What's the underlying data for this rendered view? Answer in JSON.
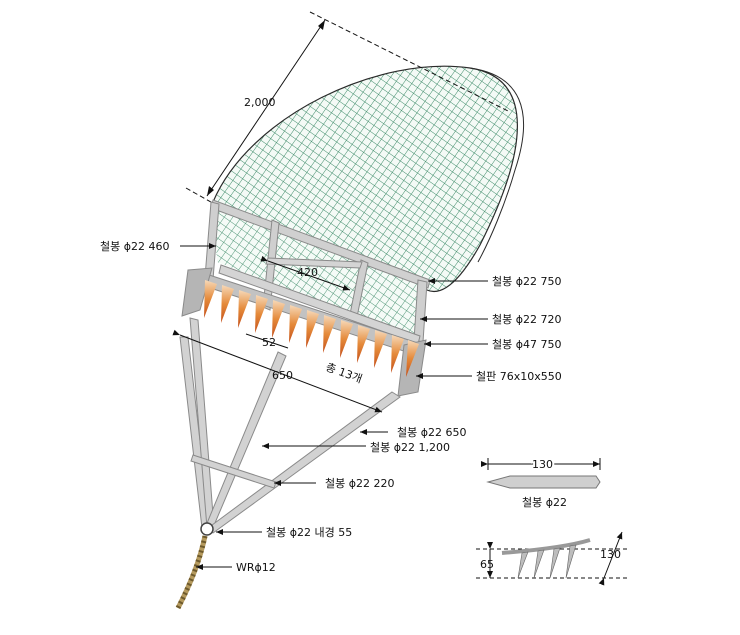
{
  "dimensions": {
    "net_length": "2,000",
    "frame_span": "420",
    "tooth_pitch": "52",
    "mouth_width": "650",
    "tooth_count": "총 13개"
  },
  "callouts": [
    "철봉 ϕ22  460",
    "철봉 ϕ22  750",
    "철봉 ϕ22   720",
    "철봉 ϕ47   750",
    "철판 76x10x550",
    "철봉 ϕ22   650",
    "철봉 ϕ22  1,200",
    "철봉 ϕ22  220",
    "철봉 ϕ22  내경 55",
    "WRϕ12"
  ],
  "tooth_detail": {
    "length": "130",
    "label": "철봉 ϕ22"
  },
  "side_detail": {
    "depth": "65",
    "length": "130"
  },
  "colors": {
    "net": "#4a8a70",
    "frame": "#c8c8c8",
    "frame_edge": "#8a8a8a",
    "tooth": "#e07a2a",
    "rope": "#b59a5e"
  }
}
